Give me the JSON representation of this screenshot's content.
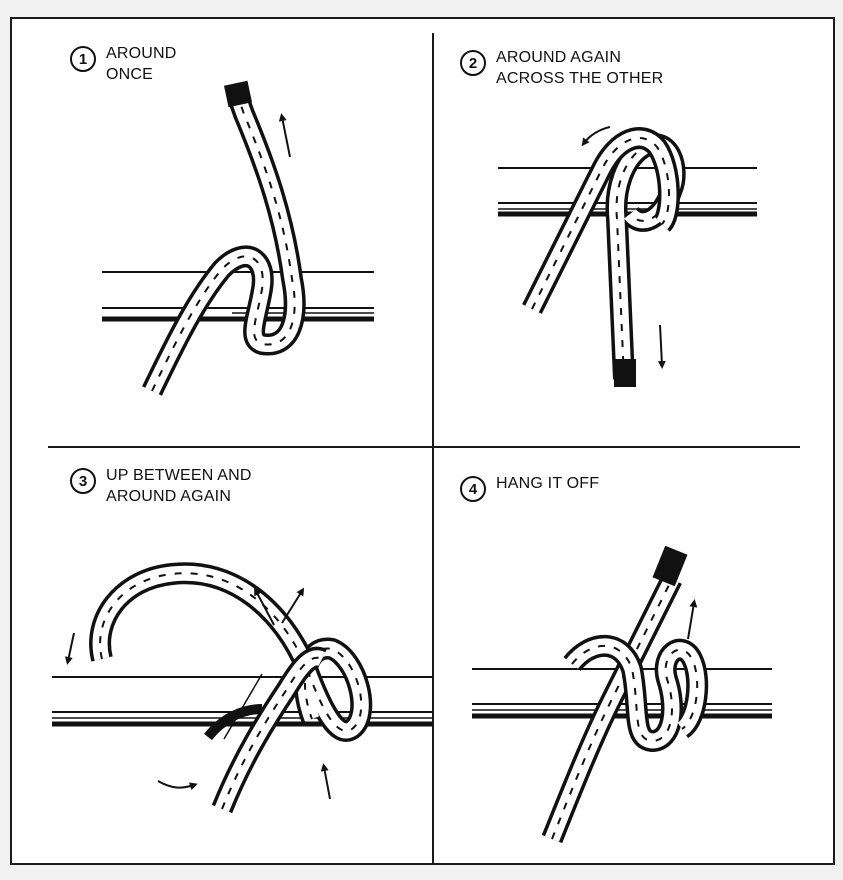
{
  "steps": [
    {
      "number": "1",
      "line1": "AROUND",
      "line2": "ONCE"
    },
    {
      "number": "2",
      "line1": "AROUND AGAIN",
      "line2": "ACROSS THE OTHER"
    },
    {
      "number": "3",
      "line1": "UP BETWEEN AND",
      "line2": "AROUND AGAIN"
    },
    {
      "number": "4",
      "line1": "HANG IT OFF",
      "line2": ""
    }
  ],
  "colors": {
    "ink": "#111111",
    "paper": "#ffffff",
    "background": "#f1f1f1"
  },
  "icons": [
    "rope-icon",
    "arrow-icon",
    "rail-icon"
  ]
}
